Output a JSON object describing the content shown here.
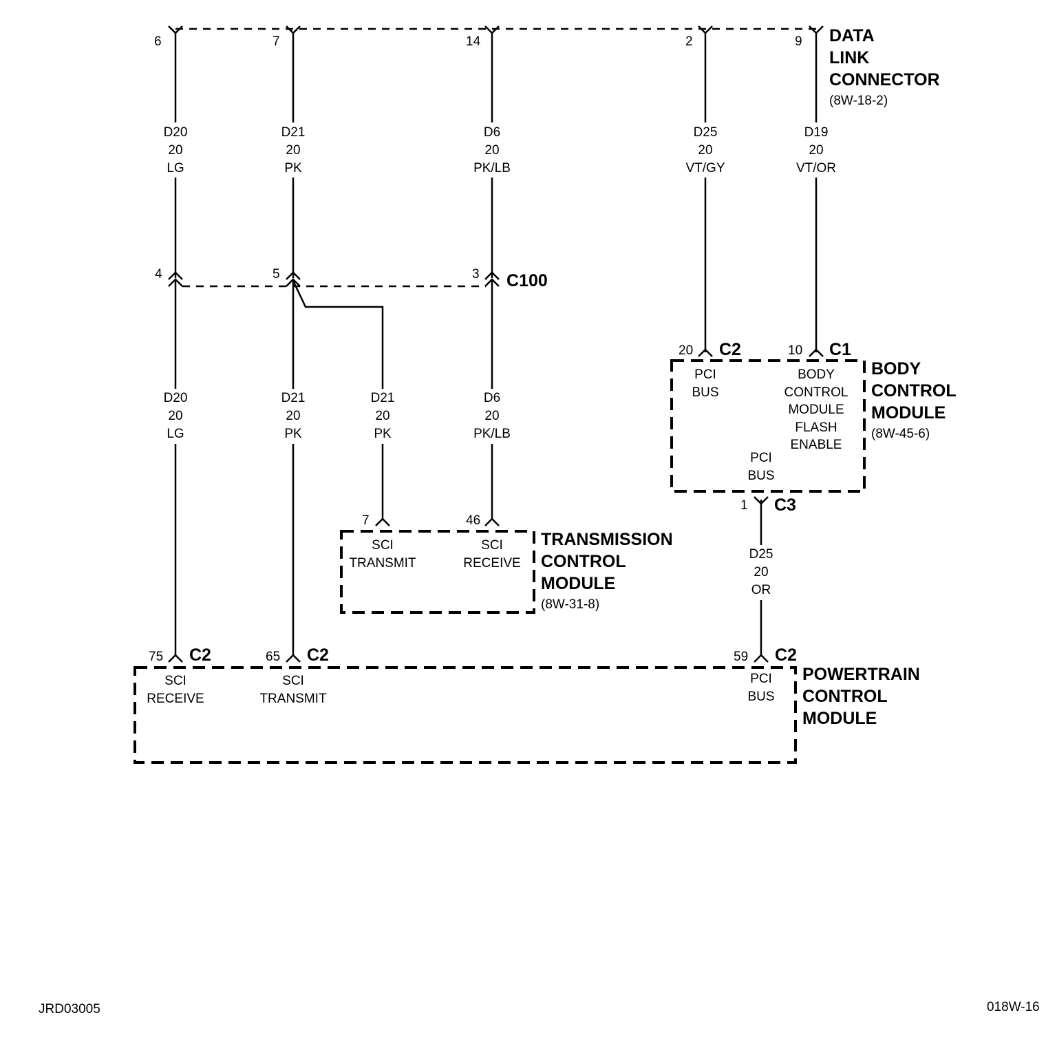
{
  "dlc": {
    "title_lines": [
      "DATA",
      "LINK",
      "CONNECTOR"
    ],
    "ref": "(8W-18-2)",
    "pins": [
      "6",
      "7",
      "14",
      "2",
      "9"
    ]
  },
  "wires_upper": [
    {
      "circuit": "D20",
      "gauge": "20",
      "color": "LG"
    },
    {
      "circuit": "D21",
      "gauge": "20",
      "color": "PK"
    },
    {
      "circuit": "D6",
      "gauge": "20",
      "color": "PK/LB"
    },
    {
      "circuit": "D25",
      "gauge": "20",
      "color": "VT/GY"
    },
    {
      "circuit": "D19",
      "gauge": "20",
      "color": "VT/OR"
    }
  ],
  "c100": {
    "name": "C100",
    "pins": [
      "4",
      "5",
      "3"
    ]
  },
  "wires_lower": [
    {
      "circuit": "D20",
      "gauge": "20",
      "color": "LG"
    },
    {
      "circuit": "D21",
      "gauge": "20",
      "color": "PK"
    },
    {
      "circuit": "D21",
      "gauge": "20",
      "color": "PK"
    },
    {
      "circuit": "D6",
      "gauge": "20",
      "color": "PK/LB"
    },
    {
      "circuit": "D25",
      "gauge": "20",
      "color": "OR"
    }
  ],
  "bcm": {
    "title_lines": [
      "BODY",
      "CONTROL",
      "MODULE"
    ],
    "ref": "(8W-45-6)",
    "c2_pin": "20",
    "c2_name": "C2",
    "c1_pin": "10",
    "c1_name": "C1",
    "c3_pin": "1",
    "c3_name": "C3",
    "pci_top": [
      "PCI",
      "BUS"
    ],
    "flash": [
      "BODY",
      "CONTROL",
      "MODULE",
      "FLASH",
      "ENABLE"
    ],
    "pci_bottom": [
      "PCI",
      "BUS"
    ]
  },
  "tcm": {
    "title_lines": [
      "TRANSMISSION",
      "CONTROL",
      "MODULE"
    ],
    "ref": "(8W-31-8)",
    "pin_tx": "7",
    "pin_rx": "46",
    "tx": [
      "SCI",
      "TRANSMIT"
    ],
    "rx": [
      "SCI",
      "RECEIVE"
    ]
  },
  "pcm": {
    "title_lines": [
      "POWERTRAIN",
      "CONTROL",
      "MODULE"
    ],
    "pins": [
      {
        "pin": "75",
        "conn": "C2",
        "lines": [
          "SCI",
          "RECEIVE"
        ]
      },
      {
        "pin": "65",
        "conn": "C2",
        "lines": [
          "SCI",
          "TRANSMIT"
        ]
      },
      {
        "pin": "59",
        "conn": "C2",
        "lines": [
          "PCI",
          "BUS"
        ]
      }
    ]
  },
  "footer": {
    "left": "JRD03005",
    "right": "018W-16"
  }
}
